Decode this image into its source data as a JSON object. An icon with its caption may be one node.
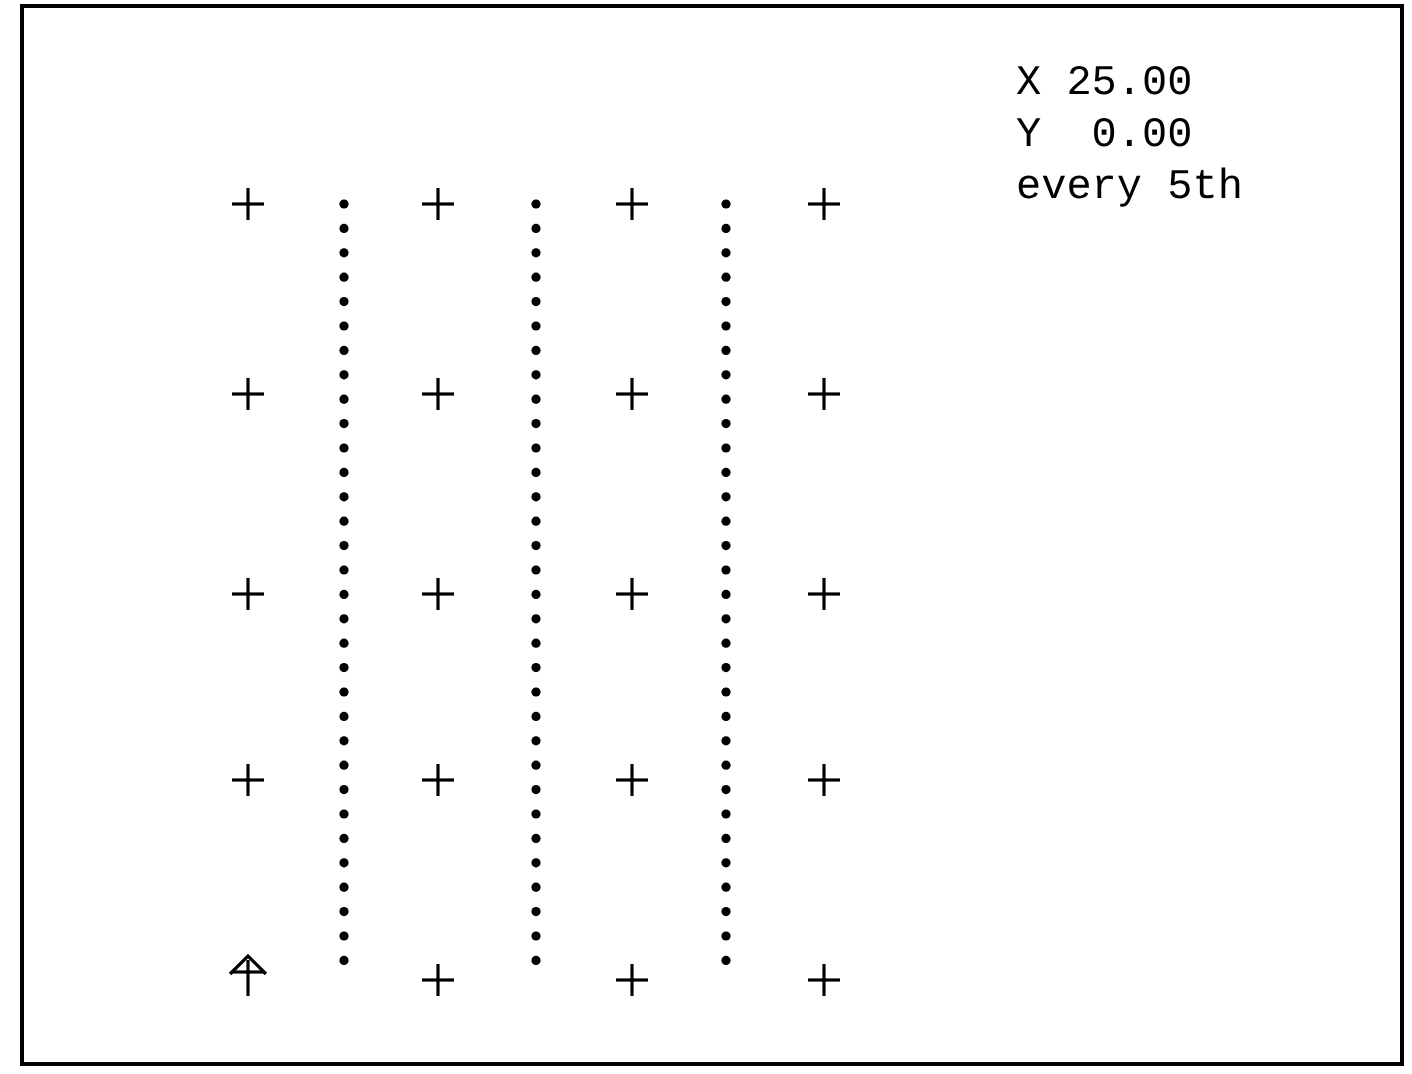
{
  "diagram": {
    "labels": [
      "X 25.00",
      "Y  0.00",
      "every 5th"
    ]
  }
}
